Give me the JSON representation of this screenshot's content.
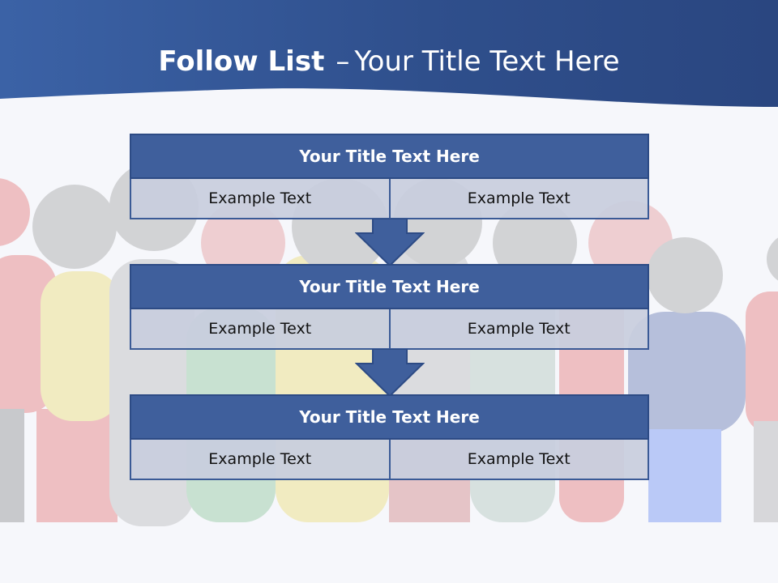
{
  "slide": {
    "title_bold": "Follow List",
    "title_separator": "–",
    "title_rest": "Your Title Text Here"
  },
  "steps": [
    {
      "title": "Your Title Text Here",
      "left": "Example Text",
      "right": "Example Text"
    },
    {
      "title": "Your Title Text Here",
      "left": "Example Text",
      "right": "Example Text"
    },
    {
      "title": "Your Title Text Here",
      "left": "Example Text",
      "right": "Example Text"
    }
  ],
  "colors": {
    "banner": "#35579a",
    "header": "#3f5f9c",
    "cell": "#c8cede"
  }
}
